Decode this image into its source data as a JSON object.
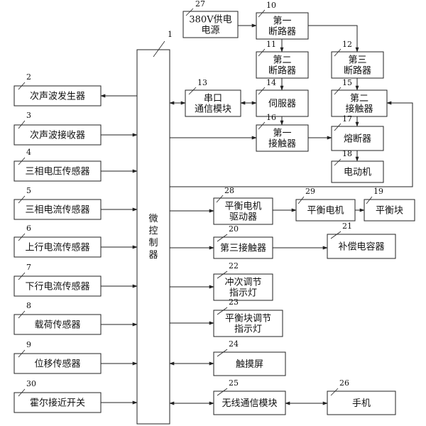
{
  "nodes": [
    {
      "id": "n1",
      "num": "1",
      "label": [
        "微",
        "控",
        "制",
        "器"
      ]
    },
    {
      "id": "n2",
      "num": "2",
      "label": [
        "次声波发生器"
      ]
    },
    {
      "id": "n3",
      "num": "3",
      "label": [
        "次声波接收器"
      ]
    },
    {
      "id": "n4",
      "num": "4",
      "label": [
        "三相电压传感器"
      ]
    },
    {
      "id": "n5",
      "num": "5",
      "label": [
        "三相电流传感器"
      ]
    },
    {
      "id": "n6",
      "num": "6",
      "label": [
        "上行电流传感器"
      ]
    },
    {
      "id": "n7",
      "num": "7",
      "label": [
        "下行电流传感器"
      ]
    },
    {
      "id": "n8",
      "num": "8",
      "label": [
        "载荷传感器"
      ]
    },
    {
      "id": "n9",
      "num": "9",
      "label": [
        "位移传感器"
      ]
    },
    {
      "id": "n30",
      "num": "30",
      "label": [
        "霍尔接近开关"
      ]
    },
    {
      "id": "n27",
      "num": "27",
      "label": [
        "380V供电",
        "电源"
      ]
    },
    {
      "id": "n10",
      "num": "10",
      "label": [
        "第一",
        "断路器"
      ]
    },
    {
      "id": "n11",
      "num": "11",
      "label": [
        "第二",
        "断路器"
      ]
    },
    {
      "id": "n12",
      "num": "12",
      "label": [
        "第三",
        "断路器"
      ]
    },
    {
      "id": "n13",
      "num": "13",
      "label": [
        "串口",
        "通信模块"
      ]
    },
    {
      "id": "n14",
      "num": "14",
      "label": [
        "伺服器"
      ]
    },
    {
      "id": "n15",
      "num": "15",
      "label": [
        "第二",
        "接触器"
      ]
    },
    {
      "id": "n16",
      "num": "16",
      "label": [
        "第一",
        "接触器"
      ]
    },
    {
      "id": "n17",
      "num": "17",
      "label": [
        "熔断器"
      ]
    },
    {
      "id": "n18",
      "num": "18",
      "label": [
        "电动机"
      ]
    },
    {
      "id": "n28",
      "num": "28",
      "label": [
        "平衡电机",
        "驱动器"
      ]
    },
    {
      "id": "n29",
      "num": "29",
      "label": [
        "平衡电机"
      ]
    },
    {
      "id": "n19",
      "num": "19",
      "label": [
        "平衡块"
      ]
    },
    {
      "id": "n20",
      "num": "20",
      "label": [
        "第三接触器"
      ]
    },
    {
      "id": "n21",
      "num": "21",
      "label": [
        "补偿电容器"
      ]
    },
    {
      "id": "n22",
      "num": "22",
      "label": [
        "冲次调节",
        "指示灯"
      ]
    },
    {
      "id": "n23",
      "num": "23",
      "label": [
        "平衡块调节",
        "指示灯"
      ]
    },
    {
      "id": "n24",
      "num": "24",
      "label": [
        "触摸屏"
      ]
    },
    {
      "id": "n25",
      "num": "25",
      "label": [
        "无线通信模块"
      ]
    },
    {
      "id": "n26",
      "num": "26",
      "label": [
        "手机"
      ]
    }
  ]
}
